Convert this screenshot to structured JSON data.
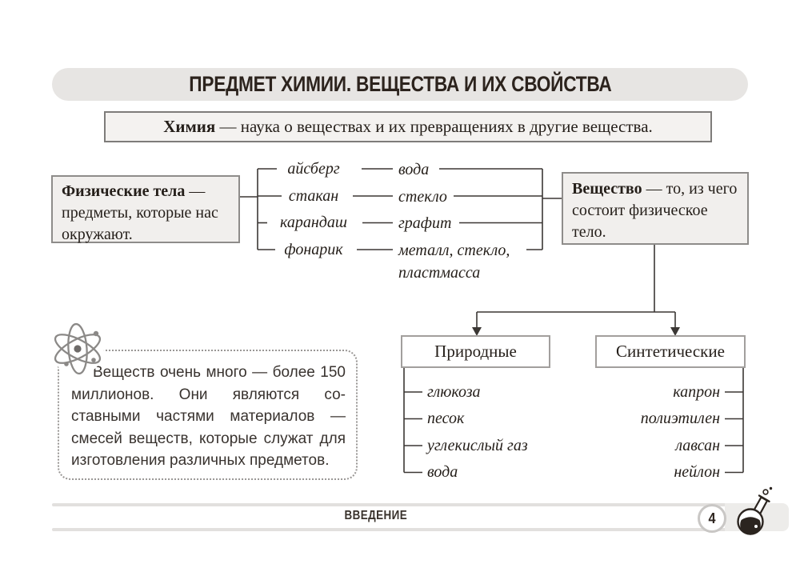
{
  "page": {
    "title": "ПРЕДМЕТ ХИМИИ. ВЕЩЕСТВА И ИХ СВОЙСТВА",
    "section": "ВВЕДЕНИЕ",
    "page_number": "4"
  },
  "definition": {
    "term": "Химия",
    "rest": " — наука о веществах и их превращениях в другие вещества."
  },
  "physical_bodies": {
    "term": "Физические тела",
    "rest": " — предметы, которые нас окружают."
  },
  "substance": {
    "term": "Вещество",
    "rest": " — то, из чего состоит физическое тело."
  },
  "pairs": [
    {
      "body": "айсберг",
      "substance": "вода"
    },
    {
      "body": "стакан",
      "substance": "стекло"
    },
    {
      "body": "карандаш",
      "substance": "графит"
    },
    {
      "body": "фонарик",
      "substance": "металл, стекло, пластмасса"
    }
  ],
  "categories": {
    "natural": {
      "label": "Природные",
      "items": [
        "глюкоза",
        "песок",
        "углекислый газ",
        "вода"
      ]
    },
    "synthetic": {
      "label": "Синтетические",
      "items": [
        "капрон",
        "полиэтилен",
        "лавсан",
        "нейлон"
      ]
    }
  },
  "note": {
    "text": "Веществ очень много — более 150 миллионов. Они являются со­ставными частями материалов — смесей веществ, которые служат для изготовления различных предметов."
  },
  "icons": {
    "note": "atom-icon",
    "footer": "flask-icon"
  },
  "colors": {
    "box_fill": "#f1efed",
    "line": "#3b3734",
    "band": "#e2e0de",
    "pill": "#e7e5e3"
  }
}
